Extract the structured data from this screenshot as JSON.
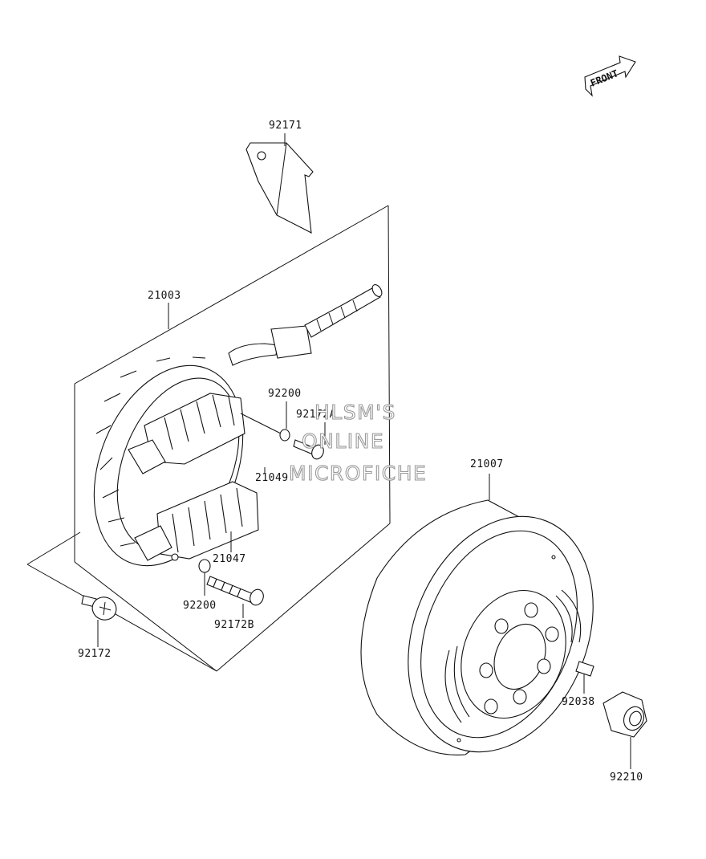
{
  "diagram": {
    "front_label": "FRONT",
    "watermark": [
      "HLSM'S",
      "ONLINE",
      "MICROFICHE"
    ],
    "parts": {
      "p92171": "92171",
      "p21003": "21003",
      "p92200_top": "92200",
      "p92172A": "92172A",
      "p21049": "21049",
      "p21047": "21047",
      "p92200_bot": "92200",
      "p92172B": "92172B",
      "p92172": "92172",
      "p21007": "21007",
      "p92038": "92038",
      "p92210": "92210"
    }
  }
}
